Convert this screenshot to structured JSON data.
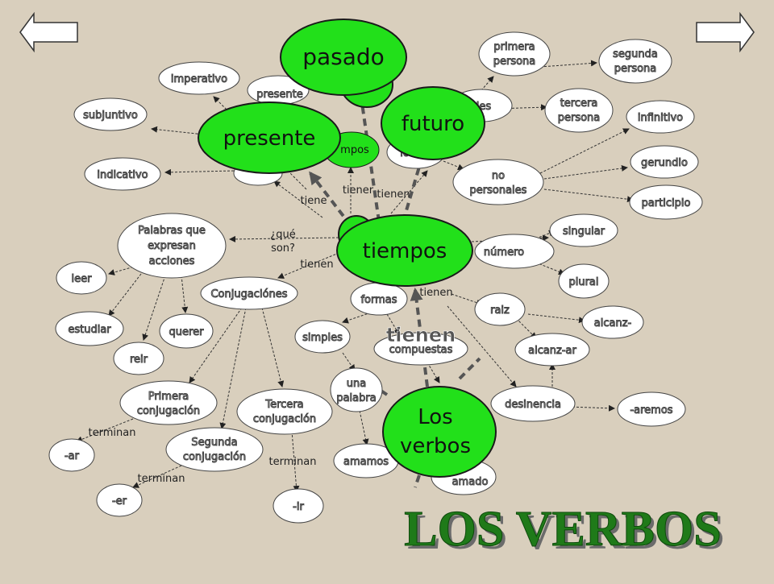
{
  "title": "LOS VERBOS",
  "colors": {
    "background": "#d9cfbd",
    "green_node": "#22e01a",
    "title_green": "#1f7a19",
    "title_shadow": "#6b6b6b",
    "edge": "#333333"
  },
  "nav": {
    "back_icon": "arrow-left-icon",
    "forward_icon": "arrow-right-icon"
  },
  "nodes": {
    "pasado": "pasado",
    "futuro": "futuro",
    "presente_big": "presente",
    "presente_small": "presente",
    "tiempos_big": "tiempos",
    "tiempos_small": "mpos",
    "los_verbos_1": "Los",
    "los_verbos_2": "verbos",
    "imperativo": "imperativo",
    "subjuntivo": "subjuntivo",
    "indicativo": "indicativo",
    "primera_persona_1": "primera",
    "primera_persona_2": "persona",
    "segunda_persona_1": "segunda",
    "segunda_persona_2": "persona",
    "tercera_persona_1": "tercera",
    "tercera_persona_2": "persona",
    "personales": "les",
    "infinitivo": "infinitivo",
    "gerundio": "gerundio",
    "participio": "participio",
    "no_personales_1": "no",
    "no_personales_2": "personales",
    "partial_node": "lo",
    "palabras_1": "Palabras que",
    "palabras_2": "expresan",
    "palabras_3": "acciones",
    "leer": "leer",
    "estudiar": "estudiar",
    "querer": "querer",
    "reir": "reir",
    "conjugaciones": "Conjugaciónes",
    "primera_conj_1": "Primera",
    "primera_conj_2": "conjugación",
    "segunda_conj_1": "Segunda",
    "segunda_conj_2": "conjugación",
    "tercera_conj_1": "Tercera",
    "tercera_conj_2": "conjugación",
    "ar": "-ar",
    "er": "-er",
    "ir": "-ir",
    "numero": "número",
    "singular": "singular",
    "plural": "plural",
    "raiz": "raiz",
    "alcanz": "alcanz-",
    "alcanz_ar": "alcanz-ar",
    "desinencia": "desinencia",
    "aremos": "-aremos",
    "formas": "formas",
    "simples": "simples",
    "compuestas": "compuestas",
    "una_palabra_1": "una",
    "una_palabra_2": "palabra",
    "amamos": "amamos",
    "amado": "amado"
  },
  "labels": {
    "tiene": "tiene",
    "tiener": "tiener",
    "tienen_top": "tienen",
    "que_son_1": "¿qué",
    "que_son_2": "son?",
    "tienen_left": "tienen",
    "tienen_right": "tienen",
    "tienen_big": "tienen",
    "terminan_1": "terminan",
    "terminan_2": "terminan",
    "terminan_3": "terminan"
  }
}
